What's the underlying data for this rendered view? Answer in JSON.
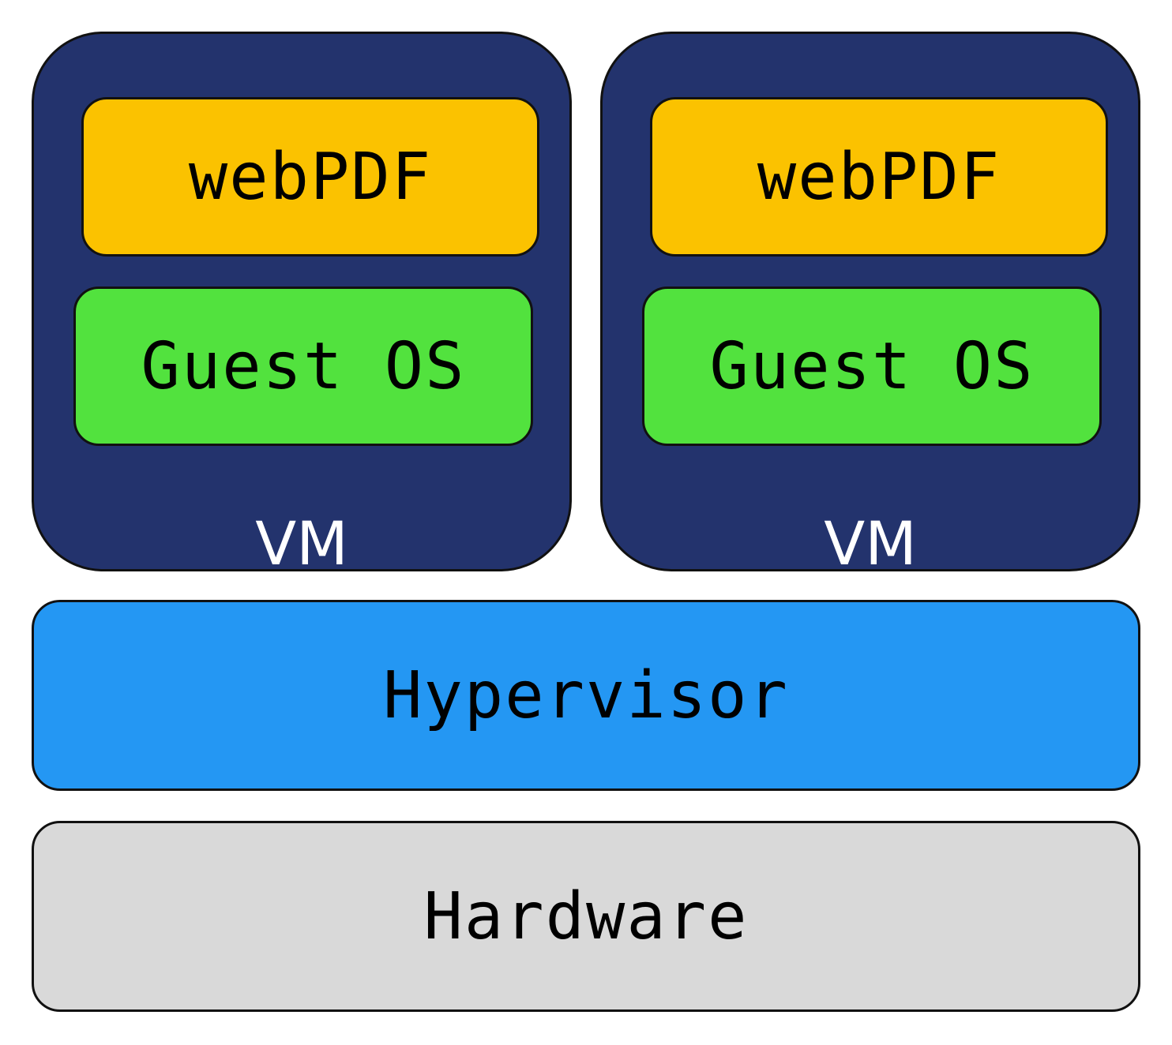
{
  "colors": {
    "vm_fill": "#23336D",
    "app_fill": "#FBC200",
    "os_fill": "#52E23E",
    "hypervisor_fill": "#2497F3",
    "hardware_fill": "#D9D9D9"
  },
  "vms": [
    {
      "label": "VM",
      "app": "webPDF",
      "os": "Guest OS"
    },
    {
      "label": "VM",
      "app": "webPDF",
      "os": "Guest OS"
    }
  ],
  "hypervisor": {
    "label": "Hypervisor"
  },
  "hardware": {
    "label": "Hardware"
  }
}
